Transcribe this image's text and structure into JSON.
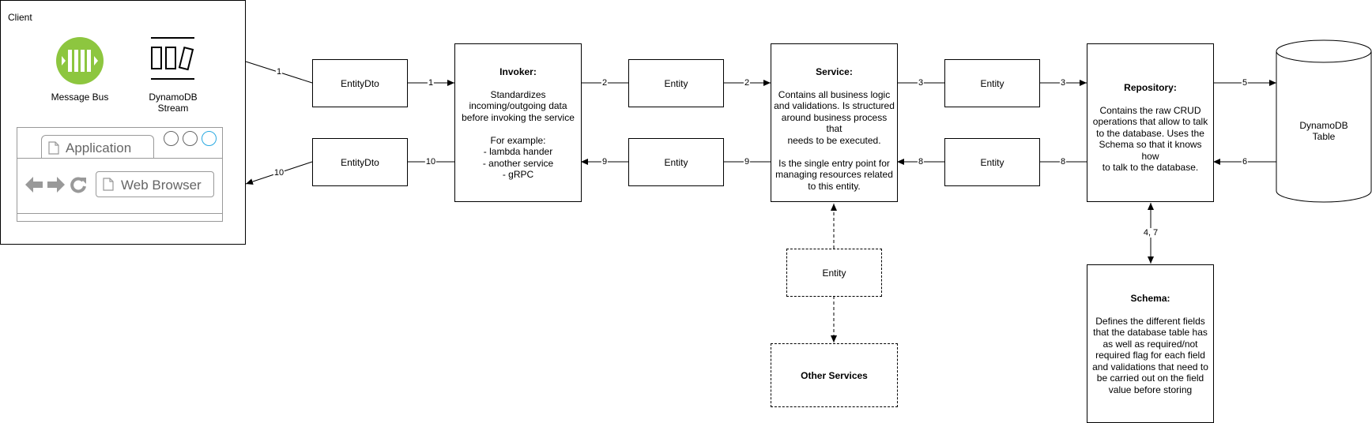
{
  "client": {
    "title": "Client",
    "message_bus_label": "Message Bus",
    "dynamo_stream_label_line1": "DynamoDB",
    "dynamo_stream_label_line2": "Stream",
    "browser_tab_label": "Application",
    "browser_address_label": "Web Browser"
  },
  "nodes": {
    "entitydto_in": "EntityDto",
    "entitydto_out": "EntityDto",
    "invoker": {
      "title": "Invoker:",
      "lines": [
        "Standardizes",
        "incoming/outgoing data",
        "before invoking the service",
        "",
        "For example:",
        "- lambda hander",
        "- another service",
        "- gRPC"
      ]
    },
    "entity_2": "Entity",
    "entity_9": "Entity",
    "service": {
      "title": "Service:",
      "lines": [
        "Contains all business logic",
        "and validations. Is structured",
        "around business process that",
        "needs to be executed.",
        "",
        "Is the single entry point for",
        "managing resources related",
        "to this entity."
      ]
    },
    "entity_3": "Entity",
    "entity_8": "Entity",
    "repository": {
      "title": "Repository:",
      "lines": [
        "Contains the raw CRUD",
        "operations that allow to talk",
        "to the database. Uses the",
        "Schema so that it knows how",
        "to talk to the database."
      ]
    },
    "dynamodb_table_line1": "DynamoDB",
    "dynamodb_table_line2": "Table",
    "entity_other": "Entity",
    "other_services": "Other Services",
    "schema": {
      "title": "Schema:",
      "lines": [
        "Defines the different fields",
        "that the database table has",
        "as well as required/not",
        "required flag for each field",
        "and validations that need to",
        "be carried out on the field",
        "value before storing"
      ]
    }
  },
  "edge_labels": {
    "e1a": "1",
    "e1b": "1",
    "e2a": "2",
    "e2b": "2",
    "e3a": "3",
    "e3b": "3",
    "e5": "5",
    "e6": "6",
    "e8a": "8",
    "e8b": "8",
    "e9a": "9",
    "e9b": "9",
    "e10a": "10",
    "e10b": "10",
    "e47": "4, 7"
  },
  "colors": {
    "message_bus": "#8dc63f",
    "browser_circle_active": "#29a9e1",
    "browser_grey": "#999999"
  }
}
